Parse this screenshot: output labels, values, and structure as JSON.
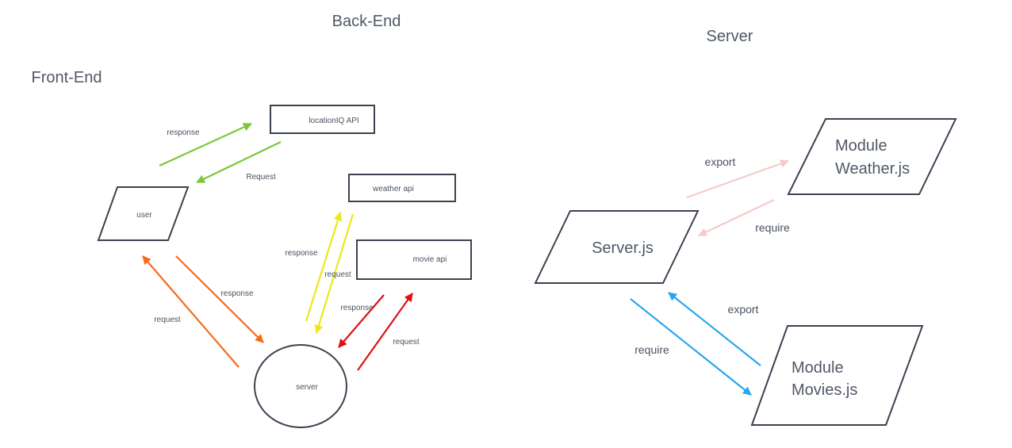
{
  "headings": {
    "back_end": "Back-End",
    "server": "Server",
    "front_end": "Front-End"
  },
  "nodes": {
    "location_api": "locationIQ API",
    "weather_api": "weather api",
    "movie_api": "movie api",
    "user": "user",
    "server": "server",
    "server_js": "Server.js",
    "module_weather_line1": "Module",
    "module_weather_line2": "Weather.js",
    "module_movies_line1": "Module",
    "module_movies_line2": "Movies.js"
  },
  "edges": {
    "location_response": "response",
    "location_request": "Request",
    "weather_response": "response",
    "weather_request": "request",
    "movie_response": "response",
    "movie_request": "request",
    "user_response": "response",
    "user_request": "request",
    "weather_export": "export",
    "weather_require": "require",
    "movies_export": "export",
    "movies_require": "require"
  },
  "colors": {
    "green": "#7dc63a",
    "yellow": "#ece81a",
    "red": "#e01010",
    "orange": "#f76b1c",
    "pink": "#f7c9c9",
    "blue": "#29a6ef"
  }
}
